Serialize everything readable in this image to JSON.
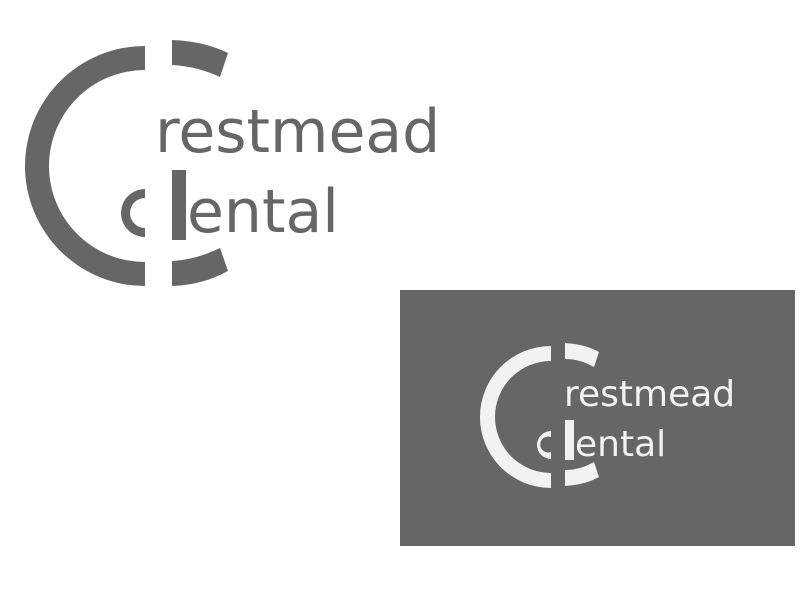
{
  "brand": {
    "line1": "restmead",
    "line2": "ental"
  },
  "colors": {
    "mark_gray": "#666666",
    "panel_gray": "#666666",
    "white": "#ffffff",
    "light_mark": "#f2f2f2"
  },
  "icons": {
    "logo_mark": "crestmead-dental-c-mark"
  }
}
